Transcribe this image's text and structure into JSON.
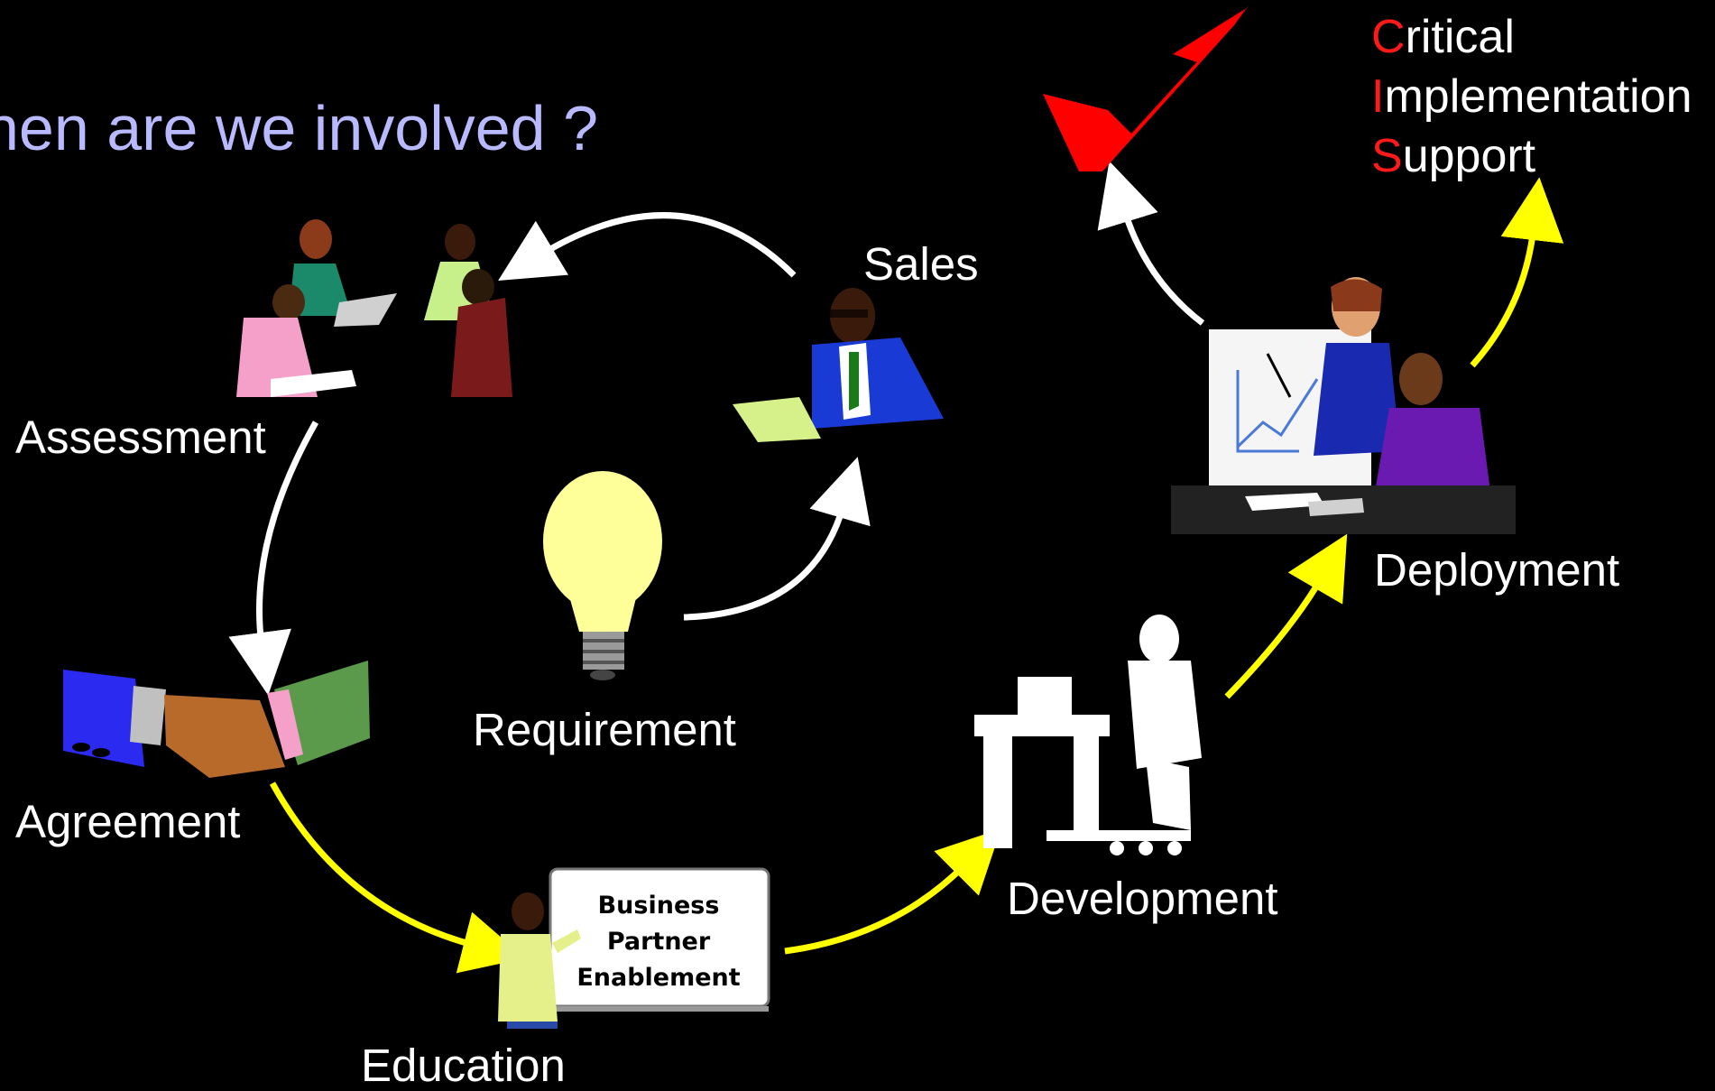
{
  "title": "hen are we involved ?",
  "stages": {
    "sales": "Sales",
    "assessment": "Assessment",
    "requirement": "Requirement",
    "agreement": "Agreement",
    "education": "Education",
    "development": "Development",
    "deployment": "Deployment"
  },
  "board": {
    "line1": "Business",
    "line2": "Partner",
    "line3": "Enablement"
  },
  "cis": {
    "line1_initial": "C",
    "line1_rest": "ritical",
    "line2_initial": "I",
    "line2_rest": "mplementation",
    "line3_initial": "S",
    "line3_rest": "upport"
  },
  "colors": {
    "background": "#000000",
    "title": "#b9b9ff",
    "arrow_white": "#ffffff",
    "arrow_yellow": "#ffff00",
    "initials": "#ff1a1a",
    "checkmark": "#ff0000"
  }
}
